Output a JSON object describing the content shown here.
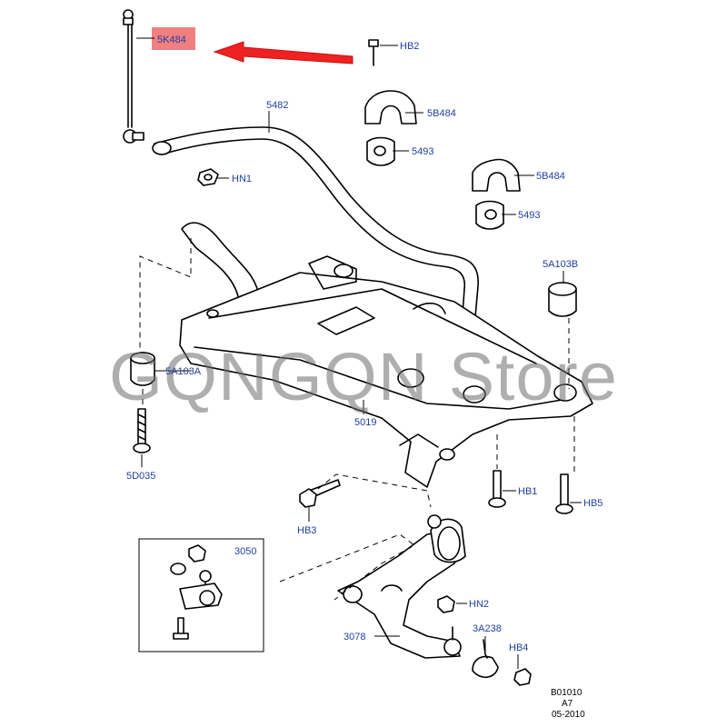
{
  "labels": {
    "5K484": "5K484",
    "HB2": "HB2",
    "5482": "5482",
    "5B484_a": "5B484",
    "5493_a": "5493",
    "HN1": "HN1",
    "5B484_b": "5B484",
    "5493_b": "5493",
    "5A103B": "5A103B",
    "5A103A": "5A103A",
    "5019": "5019",
    "5D035": "5D035",
    "HB1": "HB1",
    "HB5": "HB5",
    "HB3": "HB3",
    "3050": "3050",
    "HN2": "HN2",
    "3A238": "3A238",
    "HB4": "HB4",
    "3078": "3078"
  },
  "watermark": "GQNGQN Store",
  "footer": {
    "line1": "B01010",
    "line2": "A7",
    "line3": "05-2010"
  },
  "colors": {
    "label": "#1f3fa0",
    "highlight": "#f08080",
    "arrow": "#ee2222",
    "watermark": "#6d6d6d"
  }
}
